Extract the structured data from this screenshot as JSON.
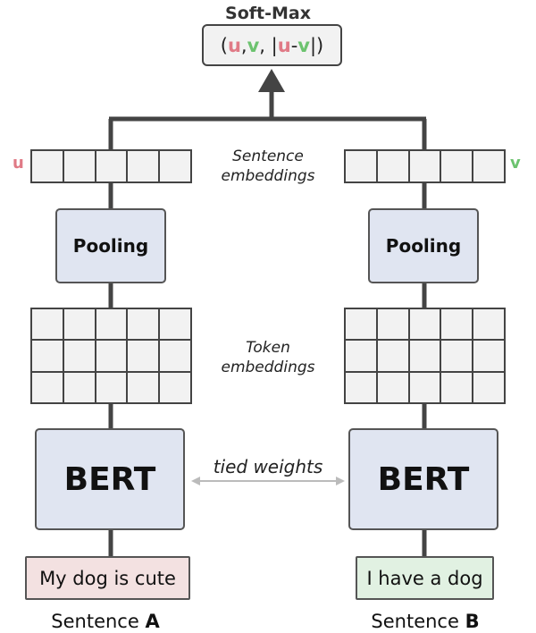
{
  "softmax": {
    "title": "Soft-Max",
    "open_paren": "(",
    "u": "u",
    "sep1": ", ",
    "v": "v",
    "sep2": ", |",
    "u2": "u",
    "minus": "-",
    "v2": "v",
    "close": "|)"
  },
  "vectors": {
    "left_label": "u",
    "right_label": "v"
  },
  "labels": {
    "sentence_embeddings": [
      "Sentence",
      "embeddings"
    ],
    "token_embeddings": [
      "Token",
      "embeddings"
    ],
    "tied_weights": "tied weights"
  },
  "pooling_label": "Pooling",
  "bert_label": "BERT",
  "inputs": {
    "a": "My dog is cute",
    "b": "I have a dog"
  },
  "sentences": {
    "a_prefix": "Sentence ",
    "a_suffix": "A",
    "b_prefix": "Sentence ",
    "b_suffix": "B"
  },
  "colors": {
    "u": "#e07a86",
    "v": "#6cc36f",
    "module_fill": "#e0e5f1",
    "input_a_fill": "#f3e1e1",
    "input_b_fill": "#e1f1e2",
    "line": "#444444"
  }
}
